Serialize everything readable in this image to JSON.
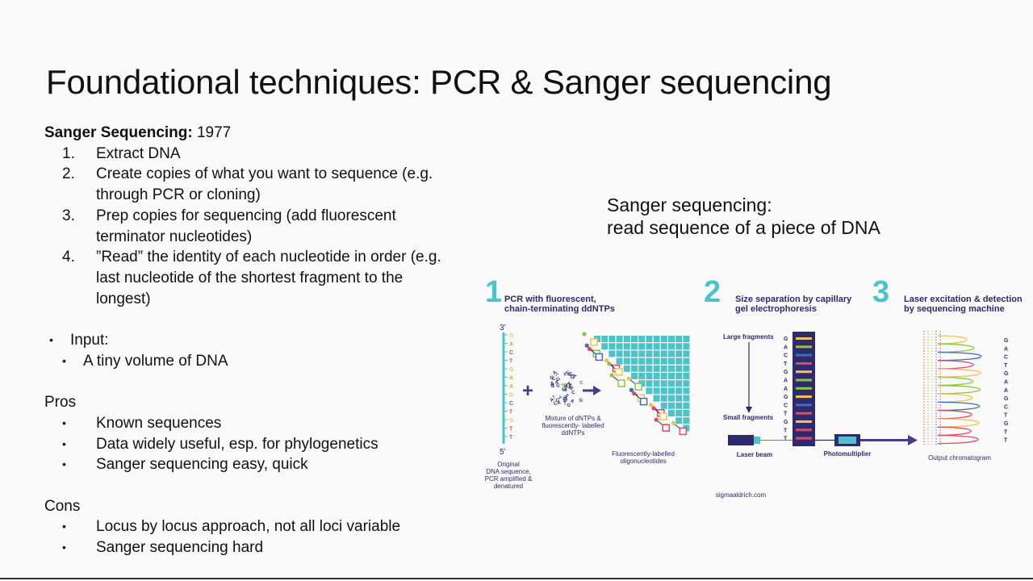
{
  "title": "Foundational techniques: PCR & Sanger sequencing",
  "sanger": {
    "label": "Sanger Sequencing:",
    "year": "1977",
    "steps": [
      {
        "num": "1.",
        "line1": "Extract DNA",
        "line2": "",
        "line3": ""
      },
      {
        "num": "2.",
        "line1": "Create copies of  what you want to sequence (e.g.",
        "line2": "through PCR or cloning)",
        "line3": ""
      },
      {
        "num": "3.",
        "line1": "Prep copies for sequencing (add fluorescent",
        "line2": "terminator nucleotides)",
        "line3": ""
      },
      {
        "num": "4.",
        "line1": "”Read” the identity of each nucleotide in order (e.g.",
        "line2": "last nucleotide of the shortest fragment to the",
        "line3": "longest)"
      }
    ]
  },
  "input": {
    "label": "Input:",
    "item": "A tiny volume of DNA"
  },
  "pros": {
    "heading": "Pros",
    "items": [
      "Known sequences",
      "Data widely useful, esp. for phylogenetics",
      "Sanger sequencing easy, quick"
    ]
  },
  "cons": {
    "heading": "Cons",
    "items": [
      "Locus by locus approach, not all loci variable",
      "Sanger sequencing hard"
    ]
  },
  "bullet_char": "•",
  "right_heading": {
    "line1": "Sanger sequencing:",
    "line2": "read sequence of a piece of DNA"
  },
  "figure": {
    "step1": {
      "num": "1",
      "line1": "PCR with fluorescent,",
      "line2": "chain-terminating ddNTPs"
    },
    "step2": {
      "num": "2",
      "line1": "Size separation by capillary",
      "line2": "gel electrophoresis"
    },
    "step3": {
      "num": "3",
      "line1": "Laser excitation & detection",
      "line2": "by sequencing machine"
    },
    "strand_top": "3’",
    "strand_bottom": "5’",
    "strand_bases": [
      "G",
      "A",
      "C",
      "T",
      "G",
      "A",
      "A",
      "G",
      "C",
      "T",
      "G",
      "T",
      "T"
    ],
    "plus": "+",
    "mixture_label": [
      "Mixture of dNTPs &",
      "fluorescently- labelled",
      "ddNTPs"
    ],
    "original_label": [
      "Original",
      "DNA sequence,",
      "PCR amplified &",
      "denatured"
    ],
    "oligo_label": [
      "Fluorescently-labelled",
      "oligonucleotides"
    ],
    "large_fragments": "Large fragments",
    "small_fragments": "Small fragments",
    "gel_bases": [
      "G",
      "A",
      "C",
      "T",
      "G",
      "A",
      "A",
      "G",
      "C",
      "T",
      "G",
      "T",
      "T"
    ],
    "laser_beam": "Laser beam",
    "photomultiplier": "Photomultiplier",
    "chrom_bases": [
      "G",
      "A",
      "C",
      "T",
      "G",
      "A",
      "A",
      "G",
      "C",
      "T",
      "G",
      "T",
      "T"
    ],
    "output_label": "Output chromatogram",
    "credit": "sigmaaldrich.com",
    "colors": {
      "teal": "#4cc3c9",
      "navy": "#2e2a6e",
      "purple": "#4a3a8c",
      "G": "#f2c14e",
      "A": "#8cc63f",
      "C": "#3a6fb6",
      "T": "#e04a5f"
    }
  }
}
